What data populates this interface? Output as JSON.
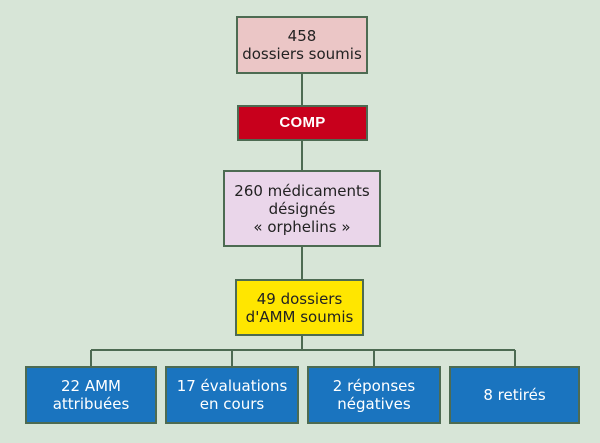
{
  "diagram": {
    "submitted": "458\ndossiers soumis",
    "committee": "COMP",
    "designated": "260 médicaments\ndésignés\n« orphelins »",
    "amm_submitted": "49 dossiers\nd'AMM soumis",
    "outcomes": [
      "22 AMM\nattribuées",
      "17 évaluations\nen cours",
      "2 réponses\nnégatives",
      "8 retirés"
    ]
  },
  "colors": {
    "background": "#d7e5d7",
    "submitted_box": "#ebc6c6",
    "committee_box": "#c8001c",
    "designated_box": "#ead6ea",
    "amm_box": "#ffe600",
    "outcome_box": "#1a74bf",
    "connector": "#4d6b52"
  }
}
